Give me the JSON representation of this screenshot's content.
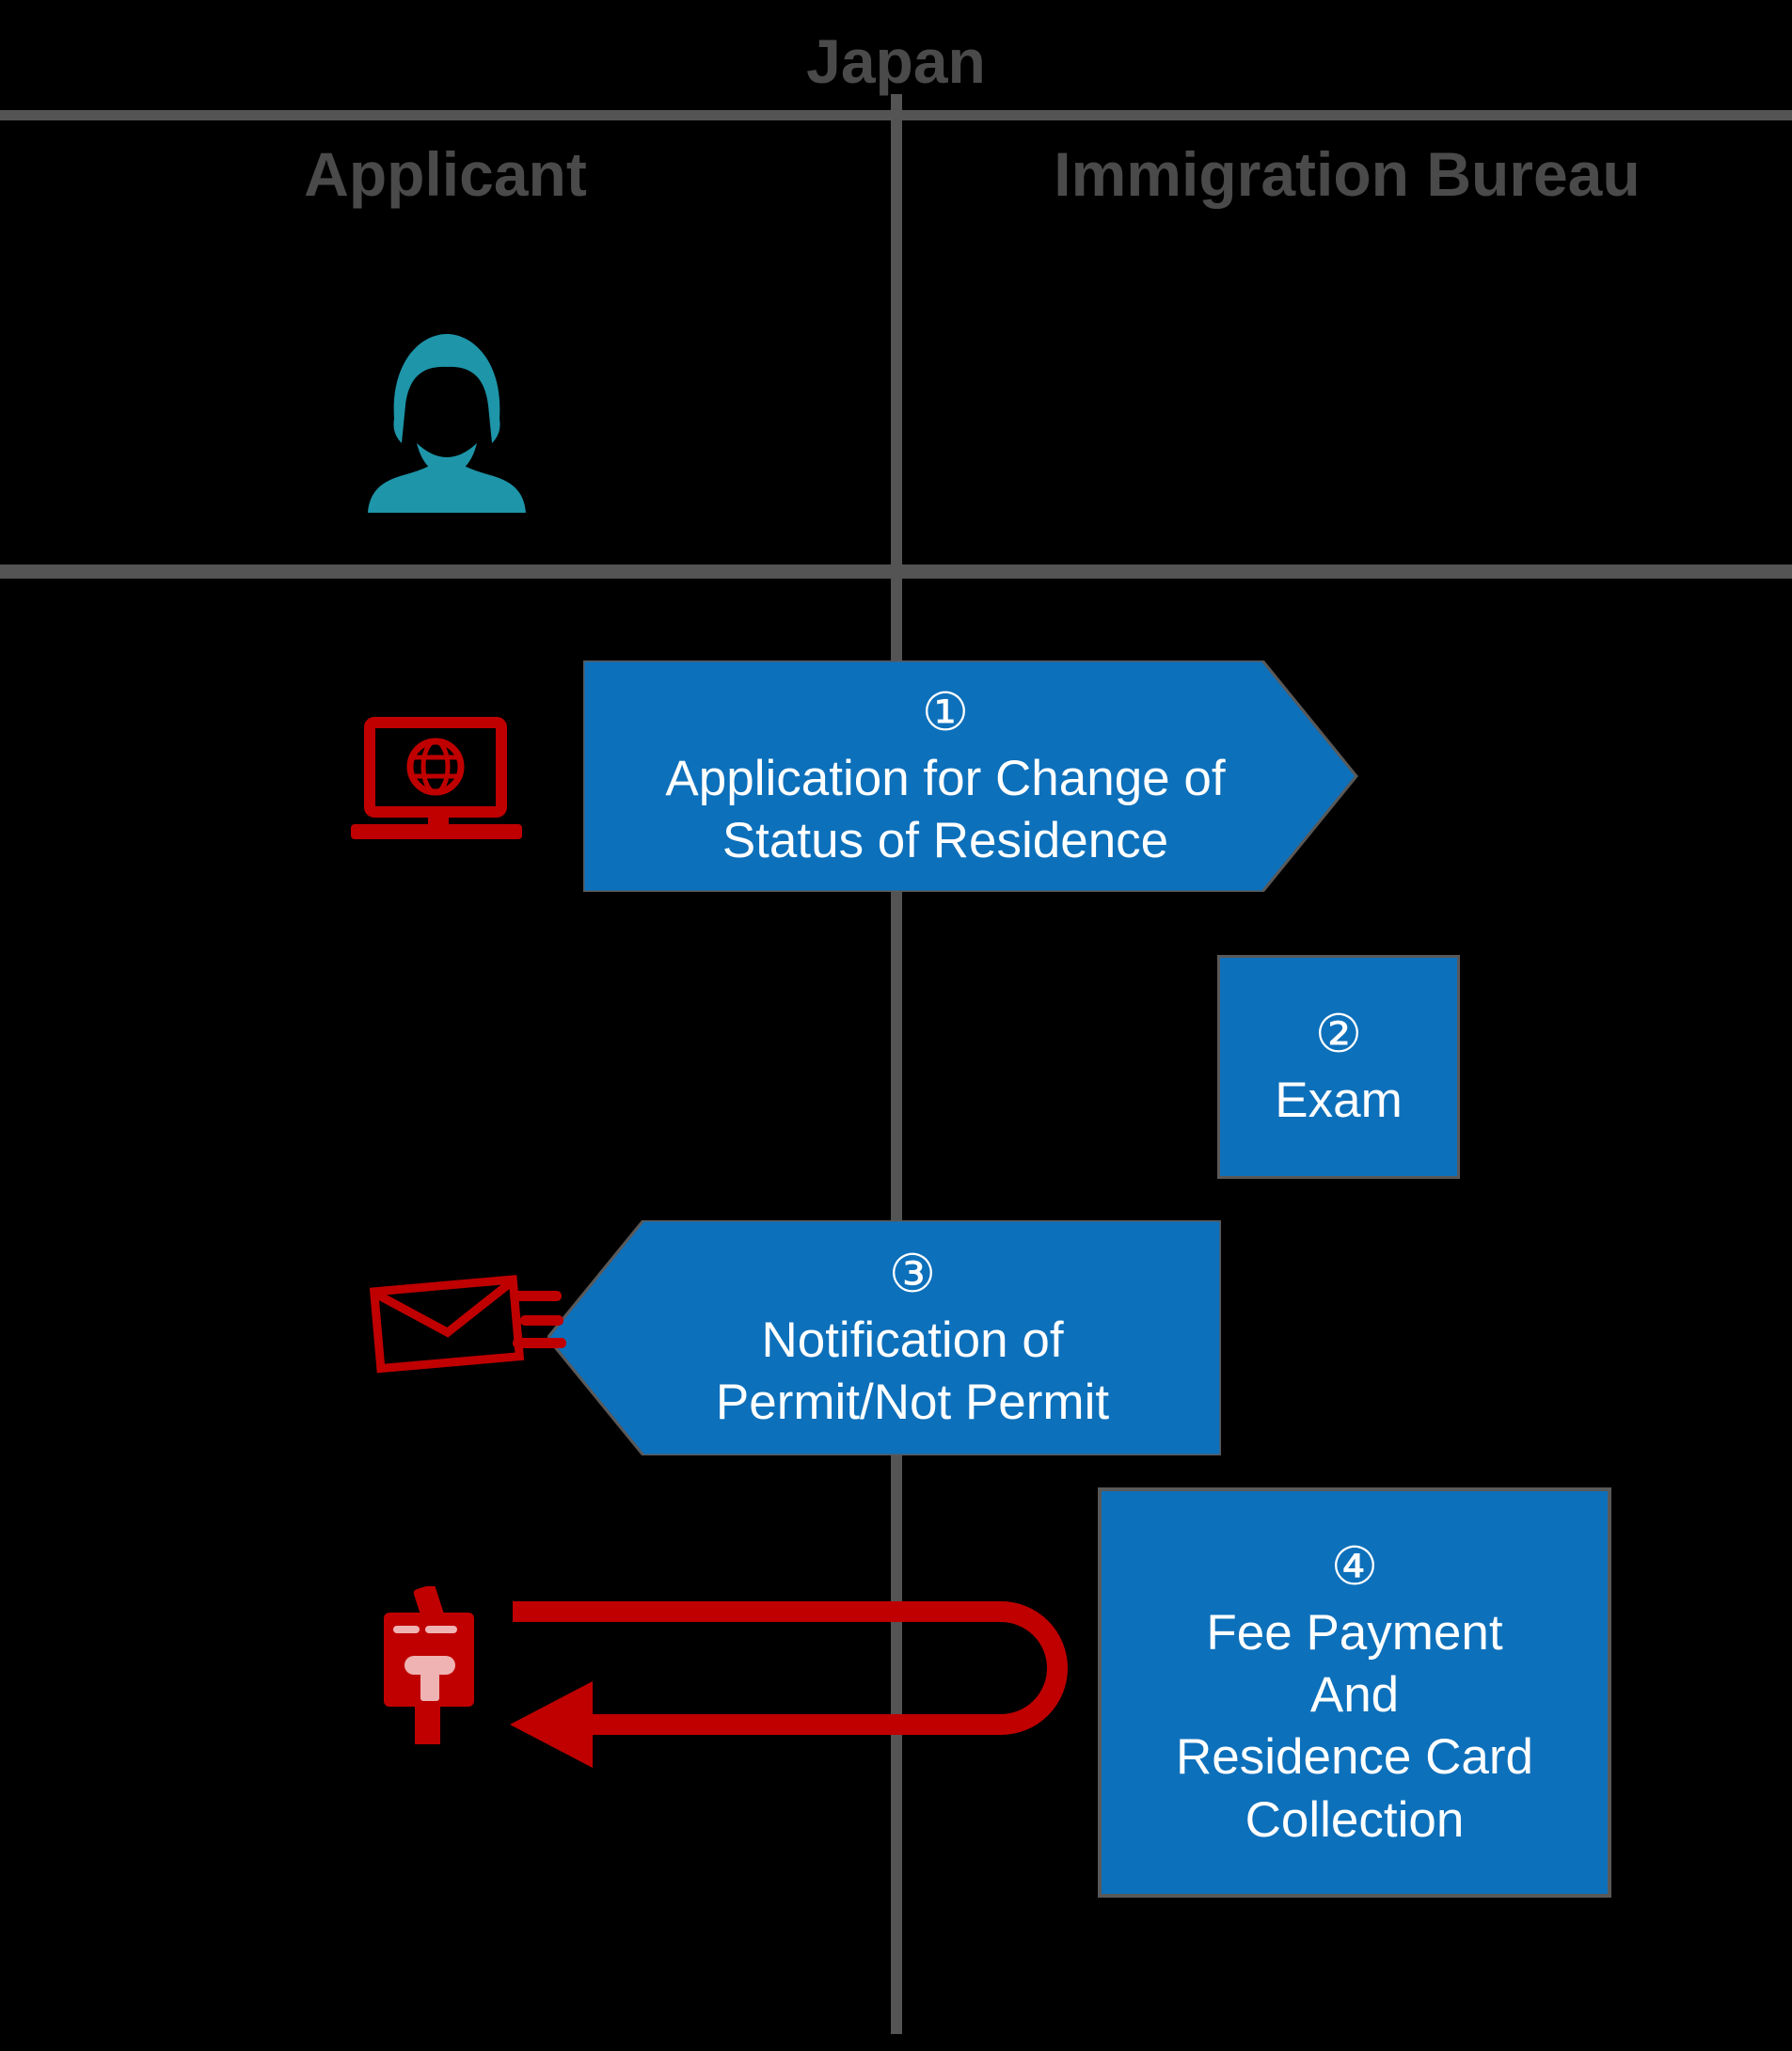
{
  "diagram": {
    "title": "Japan",
    "lanes": [
      {
        "label": "Applicant"
      },
      {
        "label": "Immigration Bureau"
      }
    ],
    "steps": [
      {
        "num": "①",
        "lines": [
          "Application for Change of",
          "Status of Residence"
        ],
        "direction": "applicant-to-bureau"
      },
      {
        "num": "②",
        "lines": [
          "Exam"
        ],
        "direction": "bureau"
      },
      {
        "num": "③",
        "lines": [
          "Notification of",
          "Permit/Not Permit"
        ],
        "direction": "bureau-to-applicant"
      },
      {
        "num": "④",
        "lines": [
          "Fee Payment",
          "And",
          "Residence Card",
          "Collection"
        ],
        "direction": "bureau"
      }
    ],
    "icons": {
      "applicant": "person-bust-icon",
      "step1": "laptop-globe-icon",
      "step3": "mail-speed-icon",
      "step4": "stamp-payment-icon",
      "return_flow": "u-turn-arrow-icon"
    },
    "colors": {
      "background": "#000000",
      "lane_line": "#545454",
      "header_text": "#4a4a4a",
      "step_blue": "#0d70bb",
      "shape_outline": "#595959",
      "accent_red": "#c00000",
      "stamp_pink": "#efb3b3",
      "person_teal": "#1e95a9",
      "step_text": "#ffffff"
    }
  }
}
